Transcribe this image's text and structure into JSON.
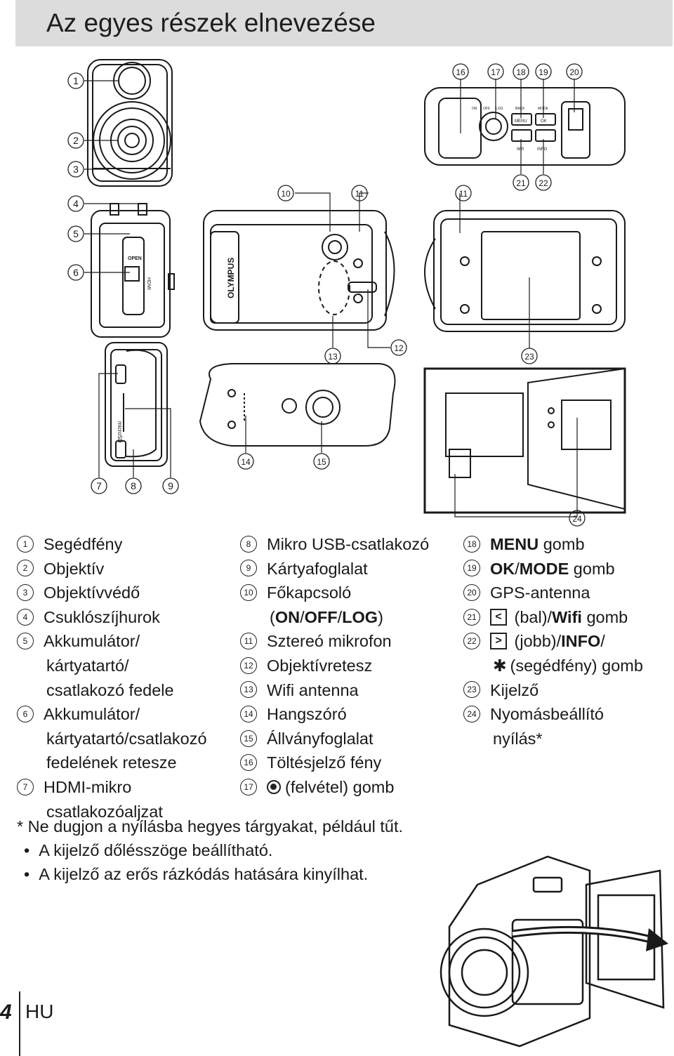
{
  "title": "Az egyes részek elnevezése",
  "callouts": [
    "1",
    "2",
    "3",
    "4",
    "5",
    "6",
    "7",
    "8",
    "9",
    "10",
    "11",
    "11",
    "12",
    "13",
    "14",
    "15",
    "16",
    "17",
    "18",
    "19",
    "20",
    "21",
    "22",
    "23",
    "24"
  ],
  "camera_labels": {
    "brand": "OLYMPUS",
    "open": "OPEN",
    "hdmi": "HDMI",
    "microsd": "microSD",
    "menu": "MENU",
    "ok": "OK",
    "wifi": "Wifi",
    "info": "INFO",
    "on": "ON",
    "off": "OFF",
    "log": "LOG",
    "back": "BACK",
    "mode": "MODE"
  },
  "legend": {
    "col1": [
      {
        "n": "1",
        "text": "Segédfény"
      },
      {
        "n": "2",
        "text": "Objektív"
      },
      {
        "n": "3",
        "text": "Objektívvédő"
      },
      {
        "n": "4",
        "text": "Csuklószíjhurok"
      },
      {
        "n": "5",
        "text": "Akkumulátor/",
        "cont": [
          "kártyatartó/",
          "csatlakozó fedele"
        ]
      },
      {
        "n": "6",
        "text": "Akkumulátor/",
        "cont": [
          "kártyatartó/csatlakozó",
          "fedelének retesze"
        ]
      },
      {
        "n": "7",
        "text": "HDMI-mikro",
        "cont": [
          "csatlakozóaljzat"
        ]
      }
    ],
    "col2": [
      {
        "n": "8",
        "text": "Mikro USB-csatlakozó"
      },
      {
        "n": "9",
        "text": "Kártyafoglalat"
      },
      {
        "n": "10",
        "text": "Főkapcsoló"
      },
      {
        "n": "11",
        "text": "Sztereó mikrofon"
      },
      {
        "n": "12",
        "text": "Objektívretesz"
      },
      {
        "n": "13",
        "text": "Wifi antenna"
      },
      {
        "n": "14",
        "text": "Hangszóró"
      },
      {
        "n": "15",
        "text": "Állványfoglalat"
      },
      {
        "n": "16",
        "text": "Töltésjelző fény"
      },
      {
        "n": "17",
        "text": "(felvétel) gomb"
      }
    ],
    "power_cont": {
      "on": "ON",
      "off": "OFF",
      "log": "LOG"
    },
    "col3": [
      {
        "n": "18",
        "bold": "MENU",
        "text": " gomb"
      },
      {
        "n": "19",
        "bold": "OK",
        "mid": "/",
        "bold2": "MODE",
        "text": " gomb"
      },
      {
        "n": "20",
        "text": "GPS-antenna"
      },
      {
        "n": "21",
        "icon": "<",
        "text": "(bal)/",
        "bold": "Wifi",
        "text2": " gomb"
      },
      {
        "n": "22",
        "icon": ">",
        "text": "(jobb)/",
        "bold": "INFO",
        "text2": "/"
      },
      {
        "cont": "(segédfény) gomb"
      },
      {
        "n": "23",
        "text": "Kijelző"
      },
      {
        "n": "24",
        "text": "Nyomásbeállító",
        "cont": [
          "nyílás*"
        ]
      }
    ]
  },
  "notes": {
    "asterisk": "* Ne dugjon a nyílásba hegyes tárgyakat, például tűt.",
    "bullets": [
      "A kijelző dőlésszöge beállítható.",
      "A kijelző az erős rázkódás hatására kinyílhat."
    ]
  },
  "footer": {
    "page": "4",
    "lang": "HU"
  }
}
